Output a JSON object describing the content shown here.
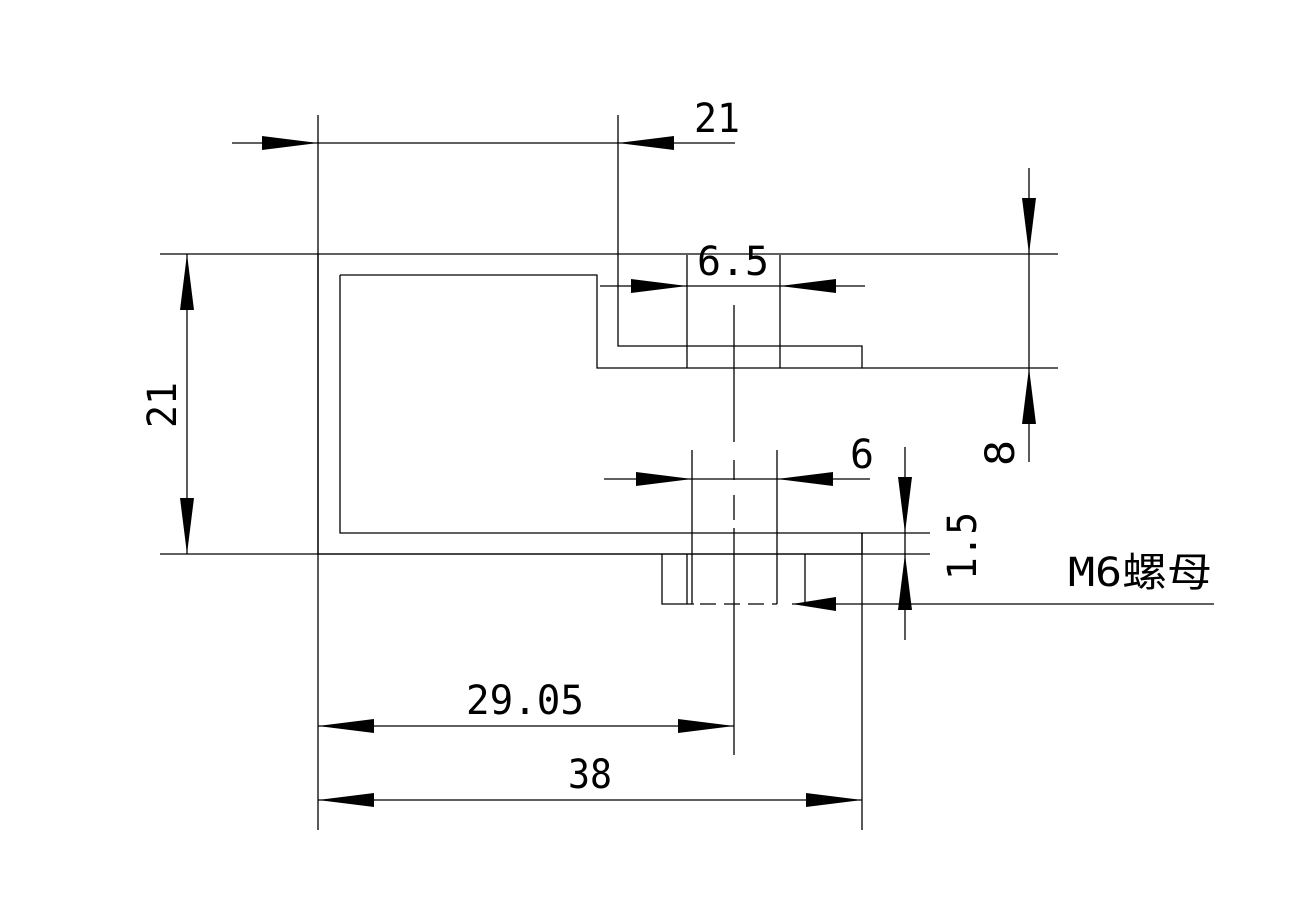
{
  "drawing": {
    "dimensions": {
      "top_width": "21",
      "left_height": "21",
      "slot_width": "6.5",
      "right_depth": "8",
      "nut_width": "6",
      "nut_thickness": "1.5",
      "hole_position": "29.05",
      "overall_width": "38"
    },
    "callout": "M6螺母",
    "ink_color": "#000000",
    "paper_color": "#ffffff"
  }
}
